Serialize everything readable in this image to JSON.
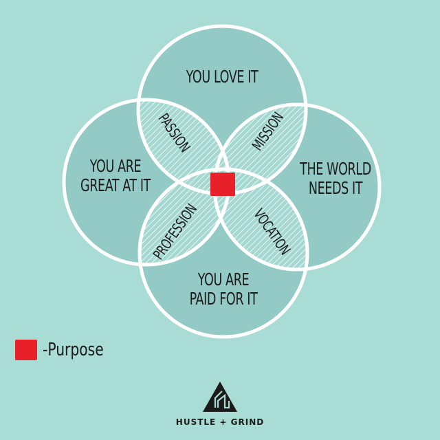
{
  "colors": {
    "background": "#aadcd6",
    "circle_fill": "#93cac5",
    "outline": "#ffffff",
    "purpose": "#e8202a",
    "text": "#1c1c1c"
  },
  "circles": {
    "top": "You love it",
    "left_line1": "You are",
    "left_line2": "great at it",
    "right_line1": "The world",
    "right_line2": "needs it",
    "bottom_line1": "You are",
    "bottom_line2": "paid for it"
  },
  "overlaps": {
    "passion": "Passion",
    "mission": "Mission",
    "profession": "Profession",
    "vocation": "Vocation"
  },
  "center": {
    "icon": "red-square-purpose"
  },
  "legend": {
    "label": "-Purpose",
    "swatch_color": "#e8202a"
  },
  "brand": {
    "name": "HUSTLE + GRIND",
    "logo_icon": "triangle-hg-logo"
  }
}
